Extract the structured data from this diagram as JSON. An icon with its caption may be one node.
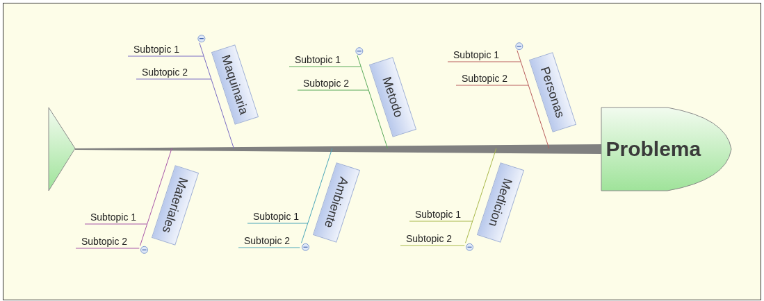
{
  "diagram": {
    "nodes": [
      {
        "text": [],
        "shape": "triangle"
      },
      {
        "text": [
          "Problema"
        ]
      },
      {
        "text": [
          "Maquinaria"
        ]
      },
      {
        "text": [
          "Subtopic 1"
        ]
      },
      {
        "text": [
          "Subtopic 2"
        ]
      },
      {
        "text": [
          "Metodo"
        ]
      },
      {
        "text": [
          "Subtopic 1"
        ]
      },
      {
        "text": [
          "Subtopic 2"
        ]
      },
      {
        "text": [
          "Personas"
        ]
      },
      {
        "text": [
          "Subtopic 1"
        ]
      },
      {
        "text": [
          "Subtopic 2"
        ]
      },
      {
        "text": [
          "Materiales"
        ]
      },
      {
        "text": [
          "Subtopic 1"
        ]
      },
      {
        "text": [
          "Subtopic 2"
        ]
      },
      {
        "text": [
          "Ambiente"
        ]
      },
      {
        "text": [
          "Subtopic 1"
        ]
      },
      {
        "text": [
          "Subtopic 2"
        ]
      },
      {
        "text": [
          "Medicion"
        ]
      },
      {
        "text": [
          "Subtopic 1"
        ]
      },
      {
        "text": [
          "Subtopic 2"
        ]
      }
    ],
    "edges": [
      {
        "from": 0,
        "to": 1,
        "arrow": "none",
        "style": "thick",
        "color": "#808080"
      },
      {
        "from": 2,
        "to": null,
        "arrow": "none",
        "color": "#7a6cc4"
      },
      {
        "from": 3,
        "to": 2,
        "arrow": "none",
        "color": "#7a6cc4"
      },
      {
        "from": 4,
        "to": 2,
        "arrow": "none",
        "color": "#7a6cc4"
      },
      {
        "from": 5,
        "to": null,
        "arrow": "none",
        "color": "#5aaa5a"
      },
      {
        "from": 6,
        "to": 5,
        "arrow": "none",
        "color": "#5aaa5a"
      },
      {
        "from": 7,
        "to": 5,
        "arrow": "none",
        "color": "#5aaa5a"
      },
      {
        "from": 8,
        "to": null,
        "arrow": "none",
        "color": "#b85c5c"
      },
      {
        "from": 9,
        "to": 8,
        "arrow": "none",
        "color": "#b85c5c"
      },
      {
        "from": 10,
        "to": 8,
        "arrow": "none",
        "color": "#b85c5c"
      },
      {
        "from": 11,
        "to": null,
        "arrow": "none",
        "color": "#a856a8"
      },
      {
        "from": 12,
        "to": 11,
        "arrow": "none",
        "color": "#a856a8"
      },
      {
        "from": 13,
        "to": 11,
        "arrow": "none",
        "color": "#a856a8"
      },
      {
        "from": 14,
        "to": null,
        "arrow": "none",
        "color": "#4aa6b8"
      },
      {
        "from": 15,
        "to": 14,
        "arrow": "none",
        "color": "#4aa6b8"
      },
      {
        "from": 16,
        "to": 14,
        "arrow": "none",
        "color": "#4aa6b8"
      },
      {
        "from": 17,
        "to": null,
        "arrow": "none",
        "color": "#a8b84a"
      },
      {
        "from": 18,
        "to": 17,
        "arrow": "none",
        "color": "#a8b84a"
      },
      {
        "from": 19,
        "to": 17,
        "arrow": "none",
        "color": "#a8b84a"
      }
    ]
  }
}
